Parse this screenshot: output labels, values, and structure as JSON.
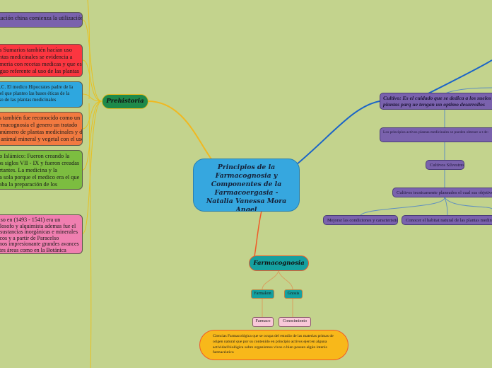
{
  "central": "Principios de la Farmacognosia y Componentes de la Farmacoergasia - Natalia Vanessa Mora Angel",
  "prehistoria": {
    "label": "Prehistoria",
    "items": [
      {
        "lines": [
          "ización china comienza la utilización"
        ],
        "color": "#7a62ad"
      },
      {
        "lines": [
          "os Sumarios también hacían uso",
          "antas medicinales se evidencia a",
          "umeria con recetas medicas y que es",
          "tiguo referente al uso de las plantas"
        ],
        "color": "#fb3640"
      },
      {
        "lines": [
          "A.C. El medico Hipocrates padre de la",
          "e el que planteo las bases éticas de la",
          "uso de las plantas medicinales"
        ],
        "color": "#2ea7df"
      },
      {
        "lines": [
          "es también fue reconocido como un",
          "armacognosia el genero un tratado",
          "innúmero de plantas medicinales y de",
          "n animal mineral y vegetal con el uso"
        ],
        "color": "#f27a40"
      },
      {
        "lines": [
          "do Islámico: Fueron creando la",
          " los siglos VII - IX y fueron creadas",
          "ortantes. La medicina y la",
          "na sola porque el medico era el que",
          "zaba la preparación de los"
        ],
        "color": "#7cbd40"
      },
      {
        "lines": [
          "elso en (1493 - 1541) era un",
          "filosofo y alquimista ademas fue el",
          "s sustancias inorgánicas e minerales",
          "ticos y a partir de Paracelso",
          "unos impresionante grandes avances",
          "ntes áreas como en la Botánica"
        ],
        "color": "#f07fb0"
      }
    ]
  },
  "cultivo": {
    "title": "Cultivo: Es el cuidado que se dedica a los suelos y plantas parq ue tengan un optimo desarrollos",
    "principios": "Los principios activos plantas medicinales se pueden obtener a t de:",
    "silvestres": "Cultivos Silvestres",
    "tecnicamente": "Cultivos tecnicamente planeados el cual sus objetivos son",
    "mejorar": "Mejorar las condiciones y caracteristicas",
    "conocer": "Conocer el habitat natural de las plantas medinales"
  },
  "farmacognosia": {
    "label": "Farmacognosia",
    "farmakon": "Farmakon",
    "gnosis": "Gnosis",
    "farmaco": "Farmaco",
    "conocimiento": "Conocimiento",
    "definition": "Ciencias Farmacológica que se ocupa del estudio de las materias primas de origen natural que por su contenido en principio activos ejercen alguna actividad biológica sobre organismos vivos o bien poseen algún interés farmacéutico"
  }
}
